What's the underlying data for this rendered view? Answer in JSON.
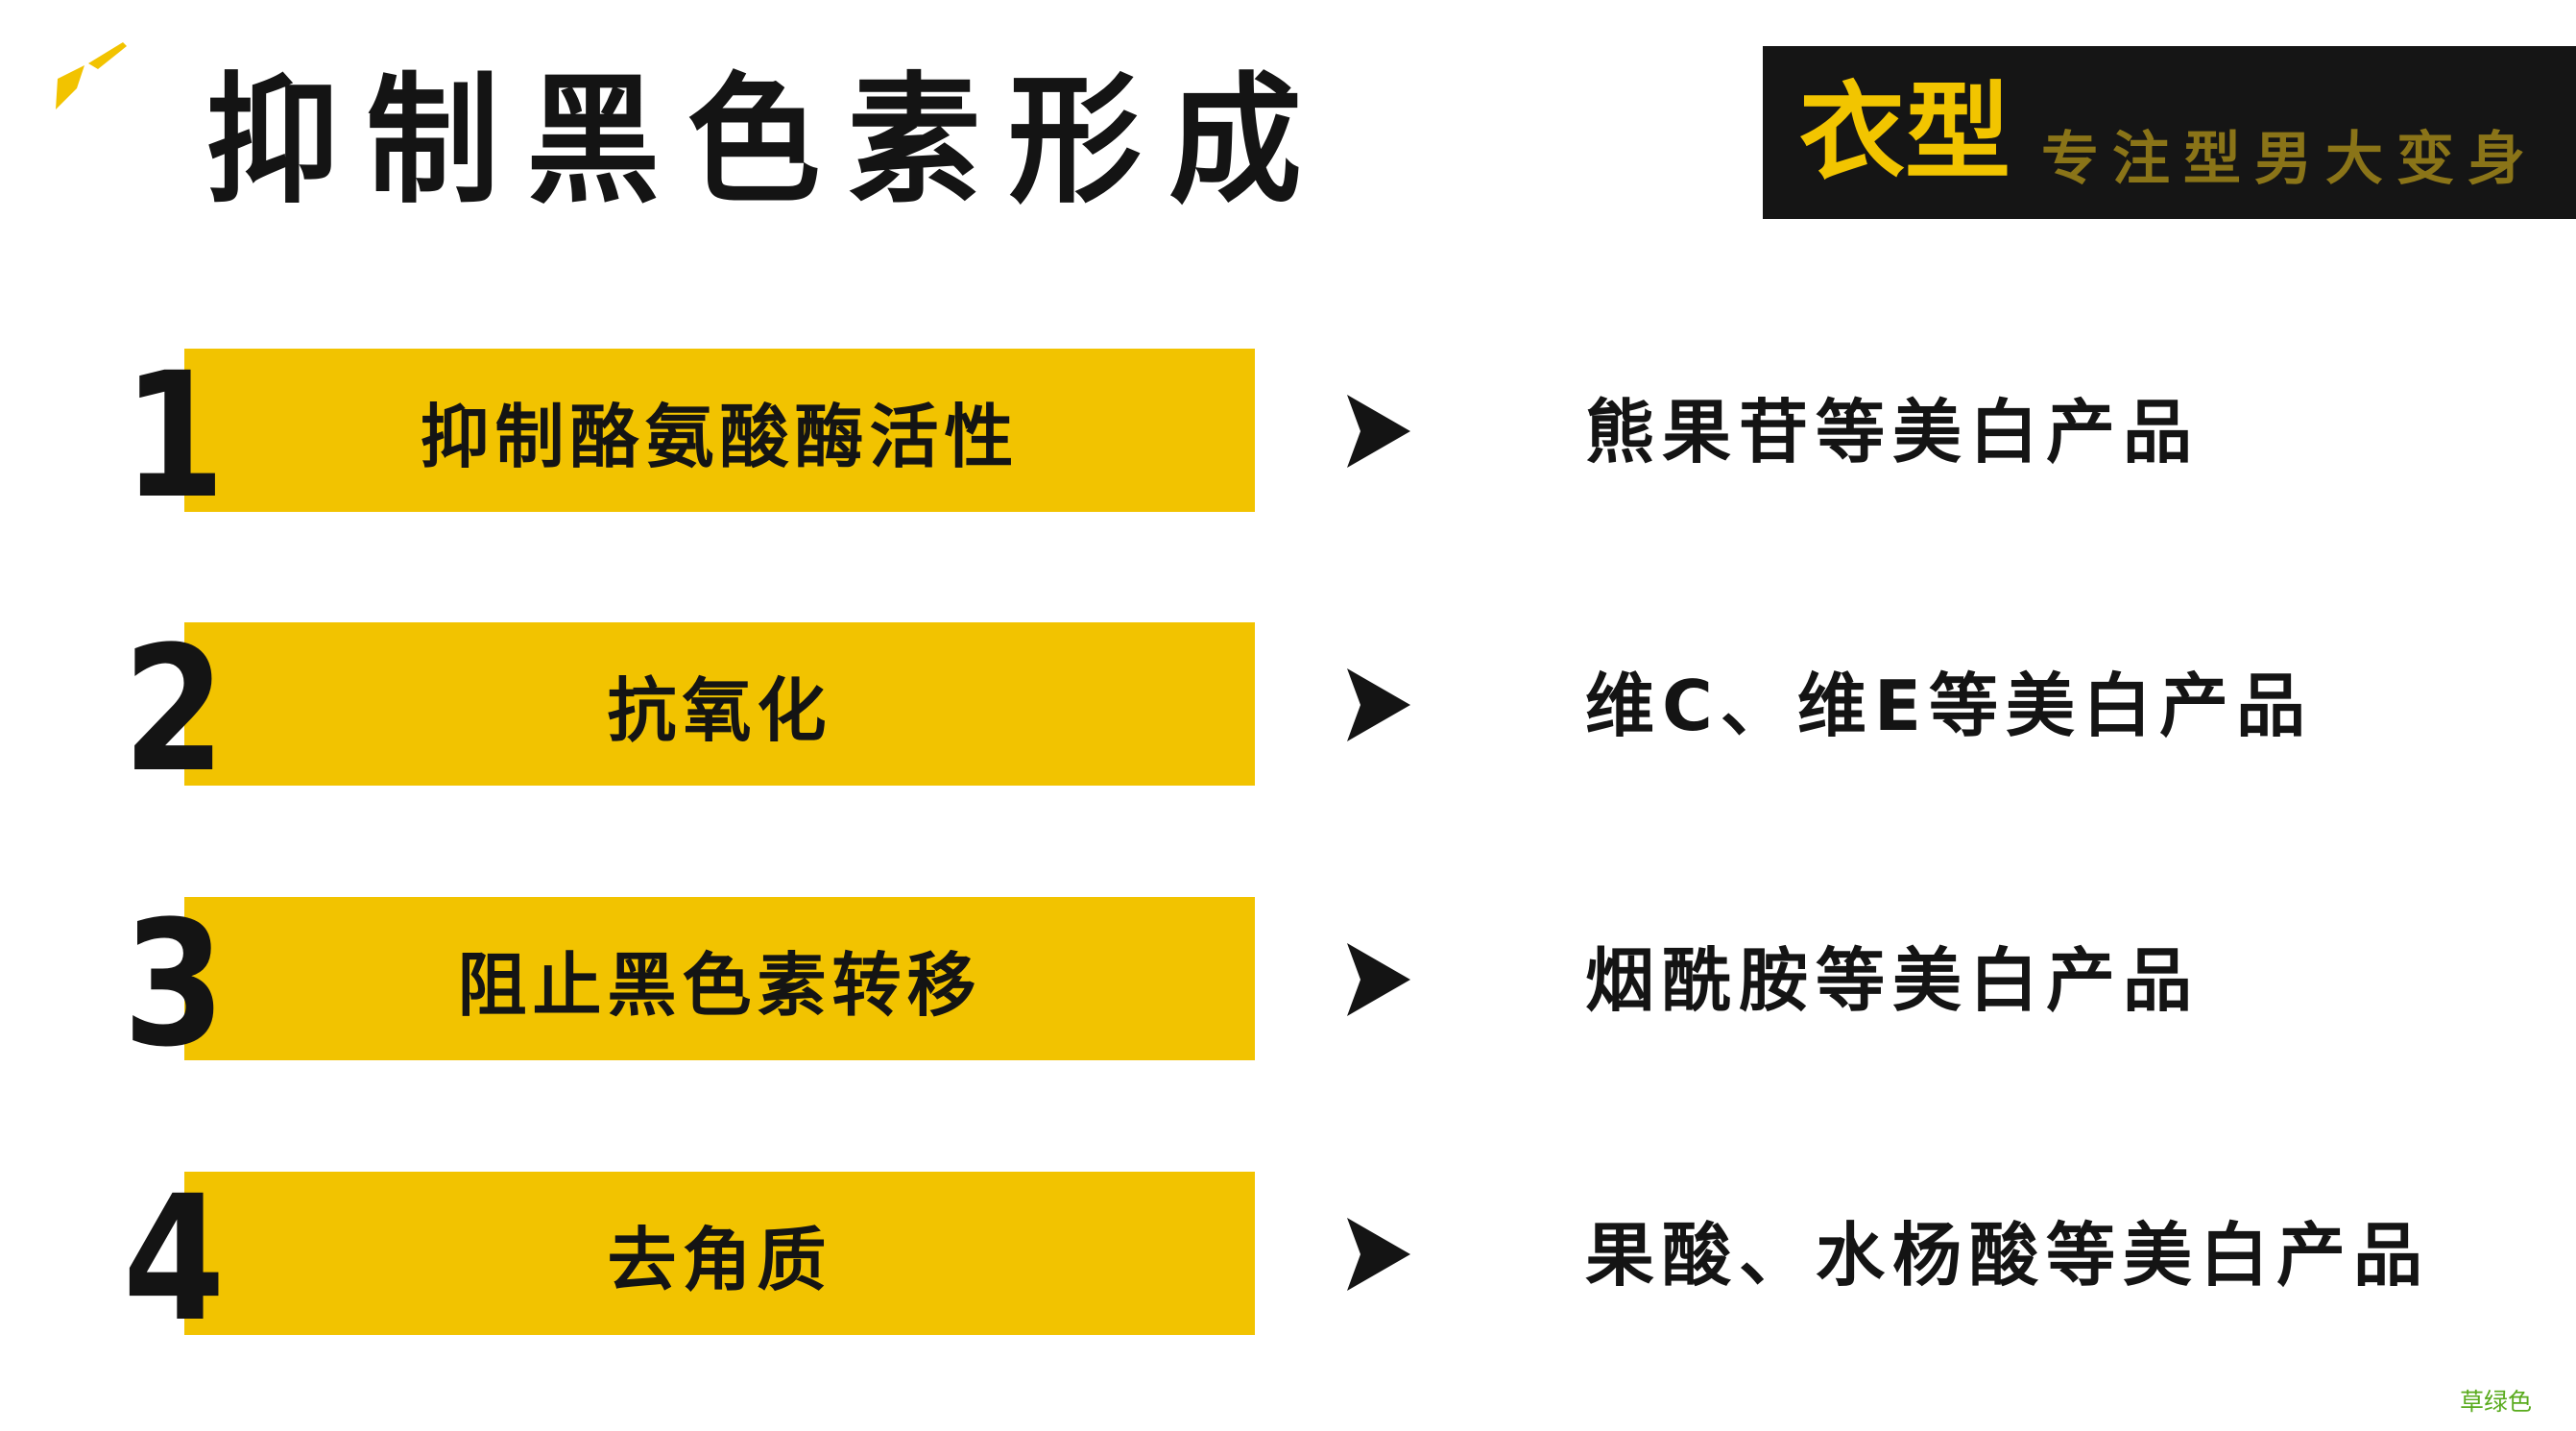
{
  "title": "抑制黑色素形成",
  "brand": {
    "name": "衣型",
    "slogan": "专注型男大变身"
  },
  "colors": {
    "accent": "#f2c300",
    "text": "#141414",
    "footer": "#5aab1e"
  },
  "rows": [
    {
      "number": "1",
      "method": "抑制酪氨酸酶活性",
      "products": "熊果苷等美白产品"
    },
    {
      "number": "2",
      "method": "抗氧化",
      "products": "维C、维E等美白产品"
    },
    {
      "number": "3",
      "method": "阻止黑色素转移",
      "products": "烟酰胺等美白产品"
    },
    {
      "number": "4",
      "method": "去角质",
      "products": "果酸、水杨酸等美白产品"
    }
  ],
  "footer": "草绿色"
}
